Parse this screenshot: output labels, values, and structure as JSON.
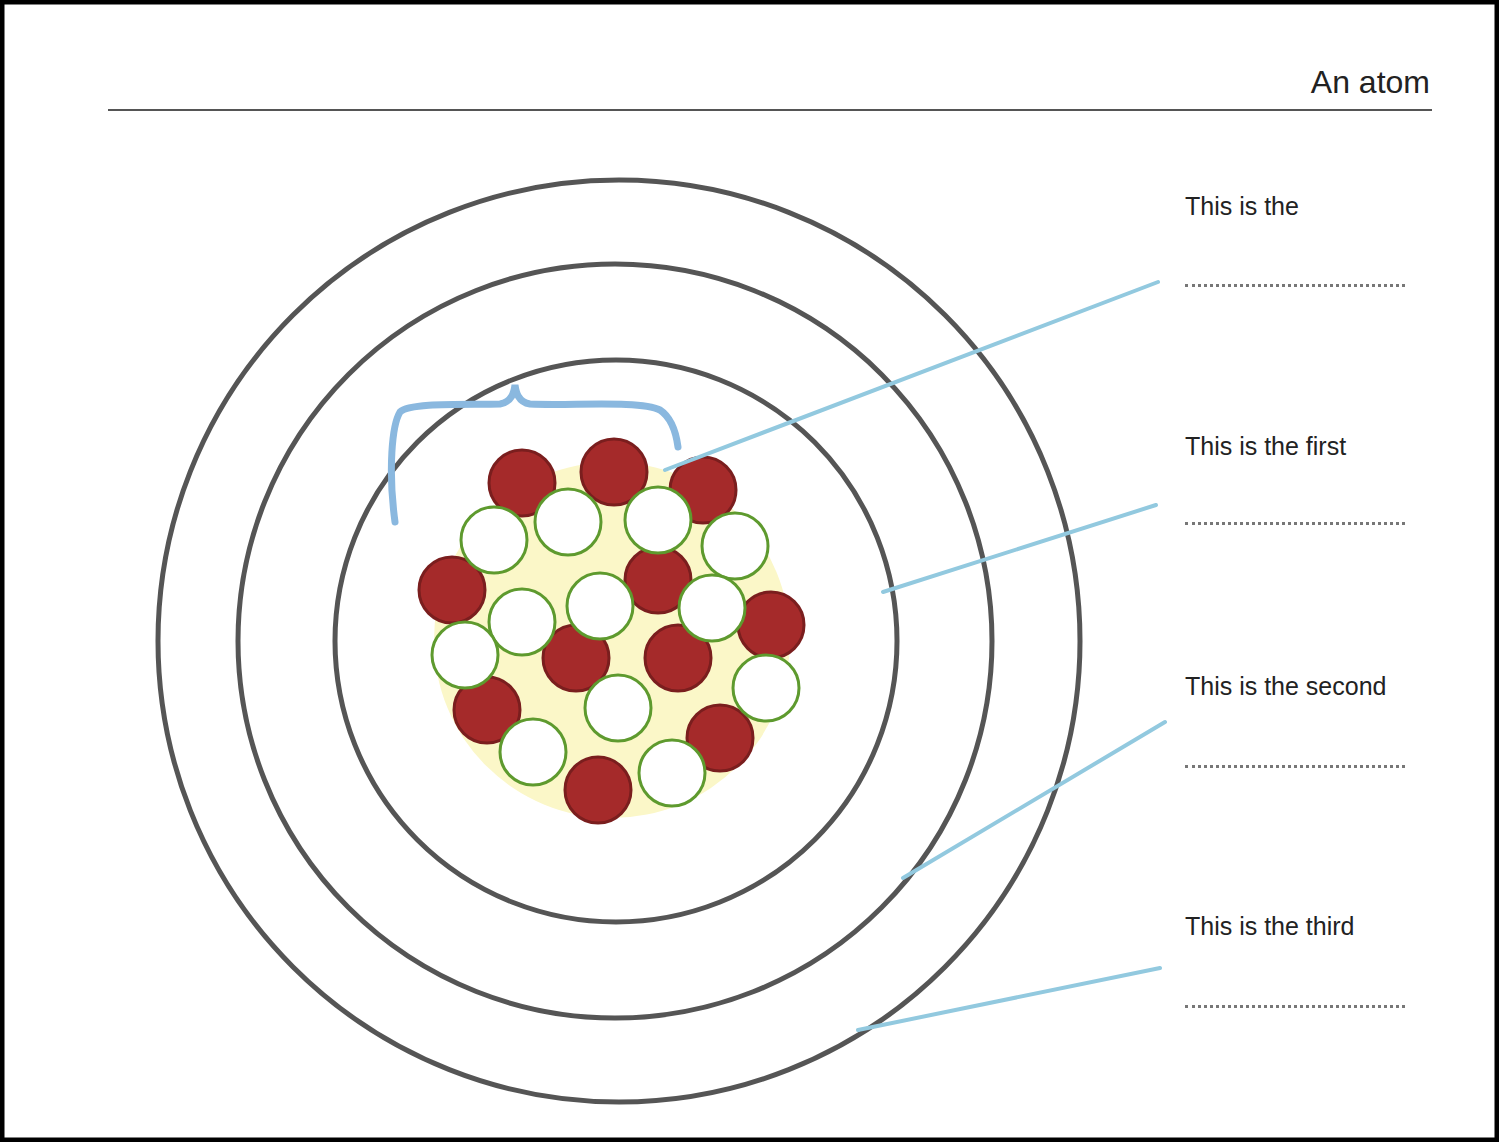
{
  "diagram": {
    "title": "An atom",
    "labels": [
      "This is the",
      "This is the first",
      "This is the second",
      "This is the third"
    ]
  }
}
